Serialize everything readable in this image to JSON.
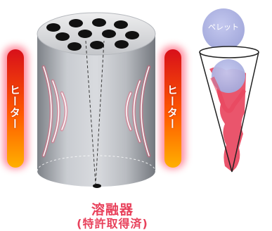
{
  "heater": {
    "left_label": "ヒーター",
    "right_label": "ヒーター"
  },
  "pellet": {
    "label": "ペレット"
  },
  "caption": {
    "main": "溶融器",
    "sub": "(特許取得済)"
  },
  "colors": {
    "heater_core": "#ff5a00",
    "heater_glow": "#e8425c",
    "cylinder": "#a9adb3",
    "pellet": "#aab0e0",
    "melt": "#e8425c",
    "caption": "#e8425c"
  }
}
